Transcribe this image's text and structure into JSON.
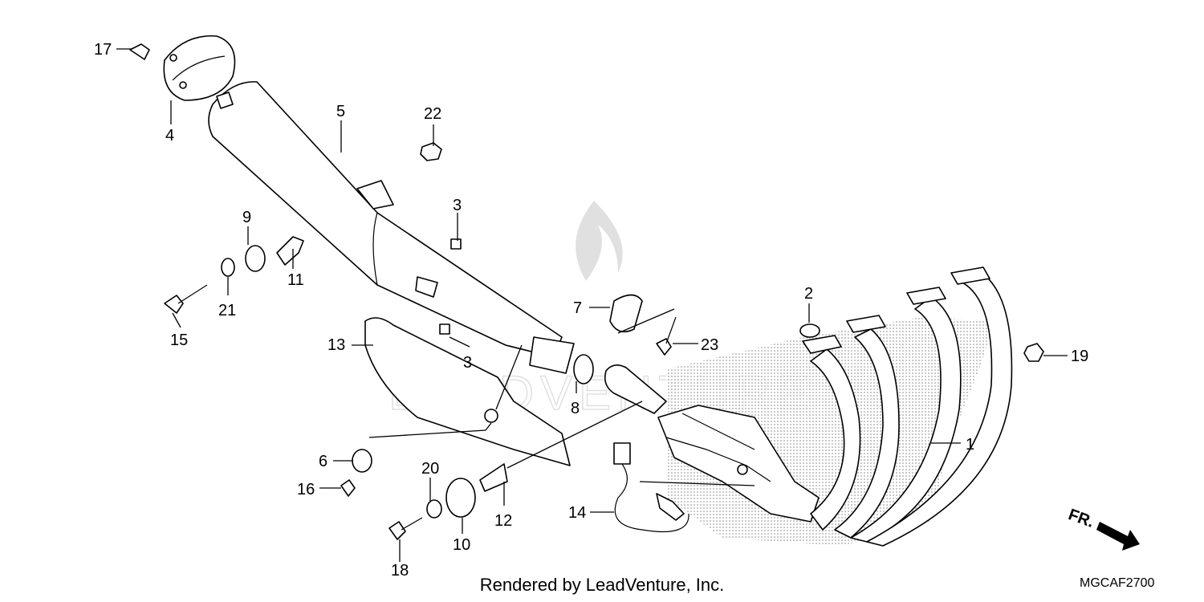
{
  "footer_text": "Rendered by LeadVenture, Inc.",
  "diagram_code": "MGCAF2700",
  "front_marker": "FR.",
  "watermark_text": "LEADVENTURE",
  "callouts": [
    "1",
    "2",
    "3",
    "3",
    "4",
    "5",
    "6",
    "7",
    "8",
    "9",
    "10",
    "11",
    "12",
    "13",
    "14",
    "15",
    "16",
    "17",
    "18",
    "19",
    "20",
    "21",
    "22",
    "23"
  ]
}
